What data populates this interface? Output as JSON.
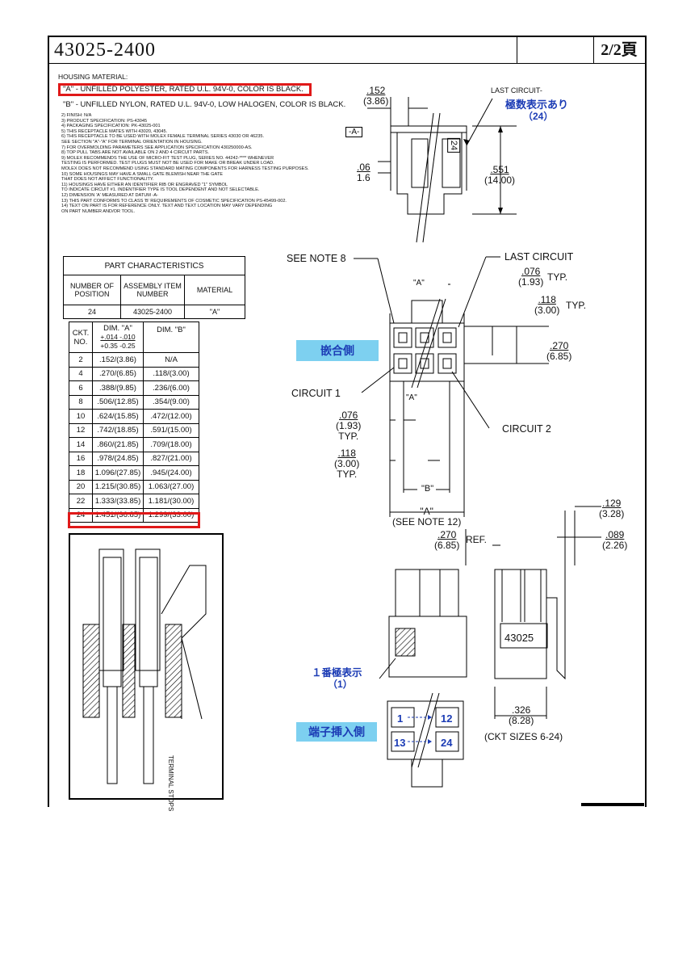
{
  "header": {
    "title": "43025-2400",
    "page": "2/2頁"
  },
  "notes": {
    "housing_material": "HOUSING MATERIAL:",
    "material_a": "\"A\" - UNFILLED POLYESTER, RATED U.L. 94V-0, COLOR IS BLACK.",
    "material_b": "\"B\" - UNFILLED NYLON, RATED U.L. 94V-0, LOW HALOGEN, COLOR IS BLACK.",
    "items": [
      "2)  FINISH:  N/A",
      "3)  PRODUCT SPECIFICATION:  PS-43045",
      "4)  PACKAGING SPECIFICATION:  PK-43025-001",
      "5)  THIS RECEPTACLE MATES WITH 43020, 43045.",
      "6)  THIS RECEPTACLE TO BE USED WITH MOLEX FEMALE TERMINAL SERIES 43030 OR 46235.",
      "     SEE SECTION \"A\"-\"A\"  FOR TERMINAL ORIENTATION IN HOUSING.",
      "7)  FOR OVERMOLDING PARAMETERS SEE APPLICATION SPECIFICATION 430250000-AS.",
      "8)  TOP PULL TABS ARE NOT AVAILABLE ON 2 AND 4 CIRCUIT PARTS.",
      "9)  MOLEX RECOMMENDS THE USE OF MICRO-FIT TEST PLUG, SERIES NO. 44242-**** WHENEVER",
      "     TESTING IS PERFORMED.  TEST PLUGS MUST NOT BE USED FOR MAKE OR BREAK UNDER LOAD.",
      "     MOLEX DOES NOT RECOMMEND USING STANDARD MATING COMPONENTS FOR HARNESS TESTING PURPOSES.",
      "10)  SOME HOUSINGS MAY HAVE A SMALL GATE BLEMISH NEAR THE GATE",
      "       THAT DOES NOT AFFECT FUNCTIONALITY.",
      "11)  HOUSINGS HAVE EITHER AN IDENTIFIER RIB OR ENGRAVED \"1\" SYMBOL",
      "       TO INDICATE CIRCUIT #1. INDENTIFIER TYPE IS TOOL DEPENDENT AND NOT SELECTABLE.",
      "12)  DIMENSION 'A' MEASURED AT DATUM  -A-",
      "13)  THIS PART CONFORMS TO CLASS 'B' REQUIREMENTS OF COSMETIC SPECIFICATION PS-45499-002.",
      "14)  TEXT ON PART IS FOR REFERENCE ONLY.  TEXT AND TEXT LOCATION MAY VARY DEPENDING",
      "       ON PART NUMBER AND/OR TOOL."
    ]
  },
  "part_characteristics": {
    "title": "PART CHARACTERISTICS",
    "headers": [
      "NUMBER OF POSITION",
      "ASSEMBLY ITEM NUMBER",
      "MATERIAL"
    ],
    "row": [
      "24",
      "43025-2400",
      "\"A\""
    ]
  },
  "dim_table": {
    "headers": [
      "CKT. NO.",
      "DIM. \"A\"",
      "DIM. \"B\""
    ],
    "tol1": "+.014  -.010",
    "tol2": "+0.35  -0.25",
    "rows": [
      [
        "2",
        ".152/(3.86)",
        "N/A"
      ],
      [
        "4",
        ".270/(6.85)",
        ".118/(3.00)"
      ],
      [
        "6",
        ".388/(9.85)",
        ".236/(6.00)"
      ],
      [
        "8",
        ".506/(12.85)",
        ".354/(9.00)"
      ],
      [
        "10",
        ".624/(15.85)",
        ".472/(12.00)"
      ],
      [
        "12",
        ".742/(18.85)",
        ".591/(15.00)"
      ],
      [
        "14",
        ".860/(21.85)",
        ".709/(18.00)"
      ],
      [
        "16",
        ".978/(24.85)",
        ".827/(21.00)"
      ],
      [
        "18",
        "1.096/(27.85)",
        ".945/(24.00)"
      ],
      [
        "20",
        "1.215/(30.85)",
        "1.063/(27.00)"
      ],
      [
        "22",
        "1.333/(33.85)",
        "1.181/(30.00)"
      ],
      [
        "24",
        "1.451/(36.85)",
        "1.299/(33.00)"
      ]
    ]
  },
  "drawing": {
    "dim_152": ".152",
    "dim_152_mm": "(3.86)",
    "last_circuit_note": "LAST CIRCUIT-",
    "jp_last_circuit": "極数表示あり",
    "jp_last_circuit_num": "（24）",
    "datum_a": "-A-",
    "part_number_24": "24",
    "dim_06": ".06",
    "dim_16": "1.6",
    "dim_551": ".551",
    "dim_551_mm": "(14.00)",
    "see_note_8": "SEE NOTE 8",
    "last_circuit": "LAST CIRCUIT",
    "dim_076": ".076",
    "dim_076_mm": "(1.93)",
    "typ": "TYP.",
    "dim_118": ".118",
    "dim_118_mm": "(3.00)",
    "section_a": "\"A\"",
    "jp_mating_side": "嵌合側",
    "dim_270": ".270",
    "dim_270_mm": "(6.85)",
    "circuit_1": "CIRCUIT 1",
    "circuit_2": "CIRCUIT 2",
    "dim_b": "\"B\"",
    "dim_a": "\"A\"",
    "see_note_12": "(SEE NOTE 12)",
    "dim_129": ".129",
    "dim_129_mm": "(3.28)",
    "ref": "REF.",
    "dim_089": ".089",
    "dim_089_mm": "(2.26)",
    "jp_pin1": "１番極表示",
    "jp_pin1_num": "（1）",
    "label_43025": "43025",
    "dim_326": ".326",
    "dim_326_mm": "(8.28)",
    "ckt_sizes": "(CKT SIZES 6-24)",
    "jp_terminal_side": "端子挿入側",
    "pin_1": "1",
    "pin_12": "12",
    "pin_13": "13",
    "pin_24": "24",
    "terminal_stops": "TERMINAL STOPS"
  },
  "colors": {
    "highlight": "#e01919",
    "jp_text": "#1c3cb5",
    "jp_box": "#7dd0f0"
  }
}
